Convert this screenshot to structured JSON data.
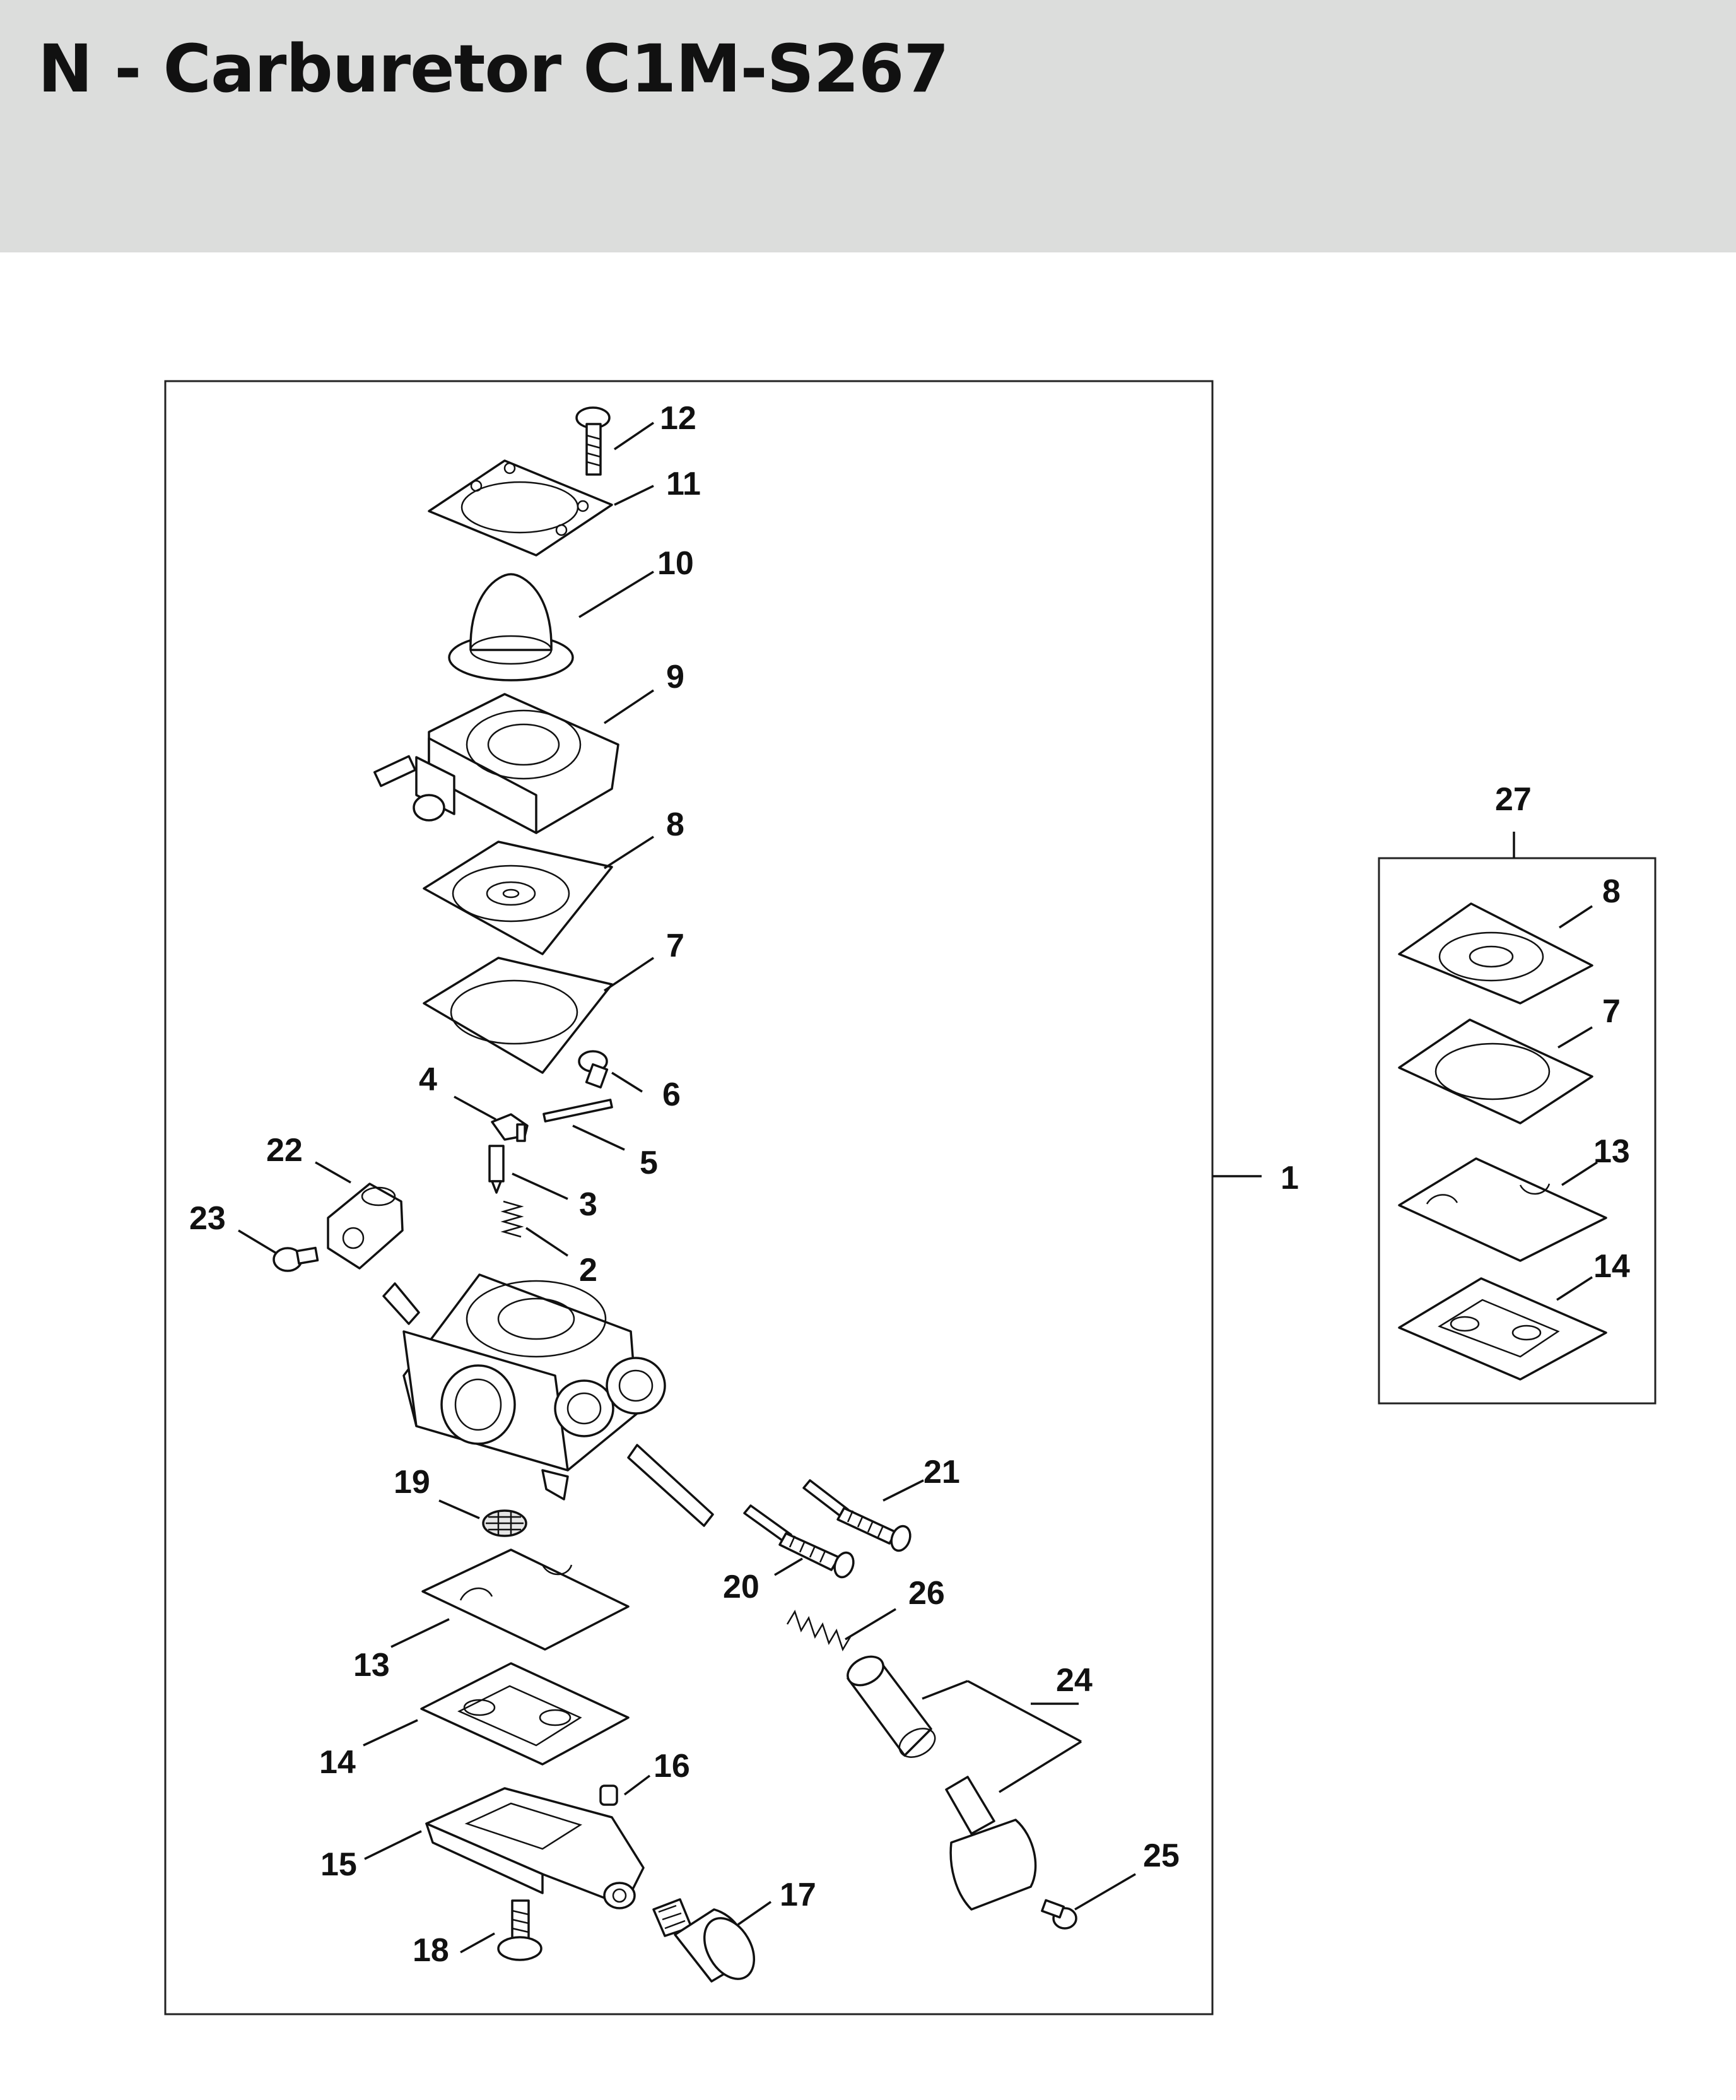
{
  "header": {
    "title": "N - Carburetor C1M-S267"
  },
  "callouts": {
    "c1": "1",
    "c2": "2",
    "c3": "3",
    "c4": "4",
    "c5": "5",
    "c6": "6",
    "c7": "7",
    "c8": "8",
    "c9": "9",
    "c10": "10",
    "c11": "11",
    "c12": "12",
    "c13": "13",
    "c14": "14",
    "c15": "15",
    "c16": "16",
    "c17": "17",
    "c18": "18",
    "c19": "19",
    "c20": "20",
    "c21": "21",
    "c22": "22",
    "c23": "23",
    "c24": "24",
    "c25": "25",
    "c26": "26",
    "c27": "27",
    "kit8": "8",
    "kit7": "7",
    "kit13": "13",
    "kit14": "14"
  },
  "colors": {
    "header_bg": "#dcdddc",
    "line": "#111111",
    "text": "#111111"
  }
}
